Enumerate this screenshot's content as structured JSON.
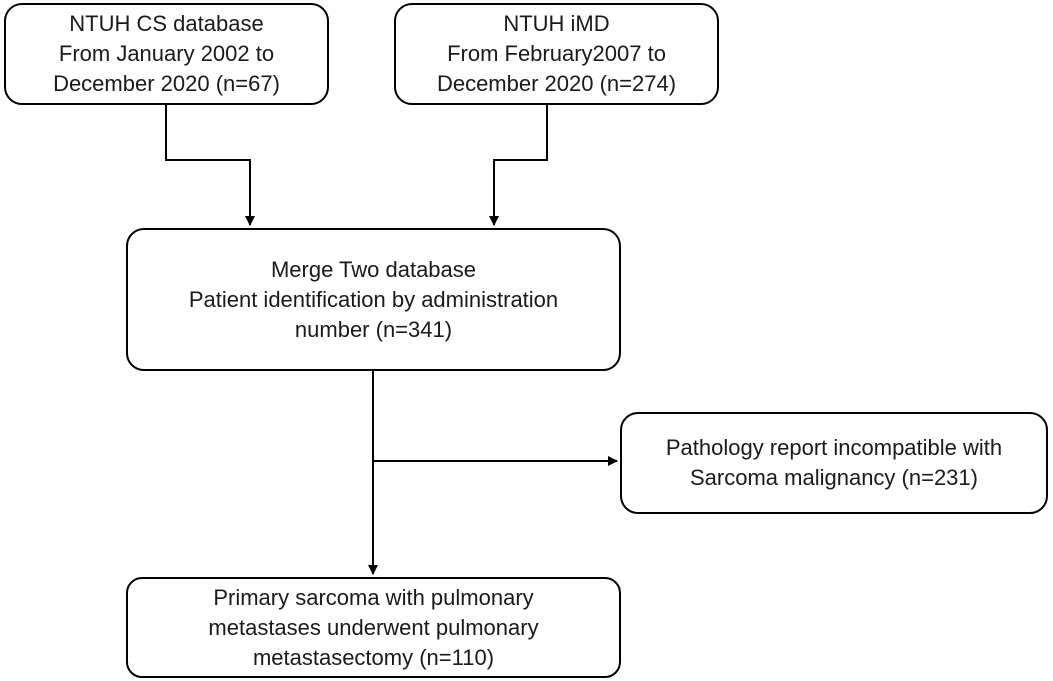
{
  "flowchart": {
    "source_cs": {
      "lines": [
        "NTUH CS database",
        "From January 2002 to",
        "December 2020 (n=67)"
      ]
    },
    "source_imd": {
      "lines": [
        "NTUH iMD",
        "From February2007 to",
        "December 2020 (n=274)"
      ]
    },
    "merge": {
      "lines": [
        "Merge Two database",
        "Patient identification by administration",
        "number (n=341)"
      ]
    },
    "excluded": {
      "lines": [
        "Pathology report incompatible with",
        "Sarcoma malignancy (n=231)"
      ]
    },
    "final": {
      "lines": [
        "Primary sarcoma with pulmonary",
        "metastases underwent pulmonary",
        "metastasectomy (n=110)"
      ]
    }
  },
  "colors": {
    "stroke": "#000000",
    "background": "#ffffff",
    "text": "#1a1a1a"
  }
}
